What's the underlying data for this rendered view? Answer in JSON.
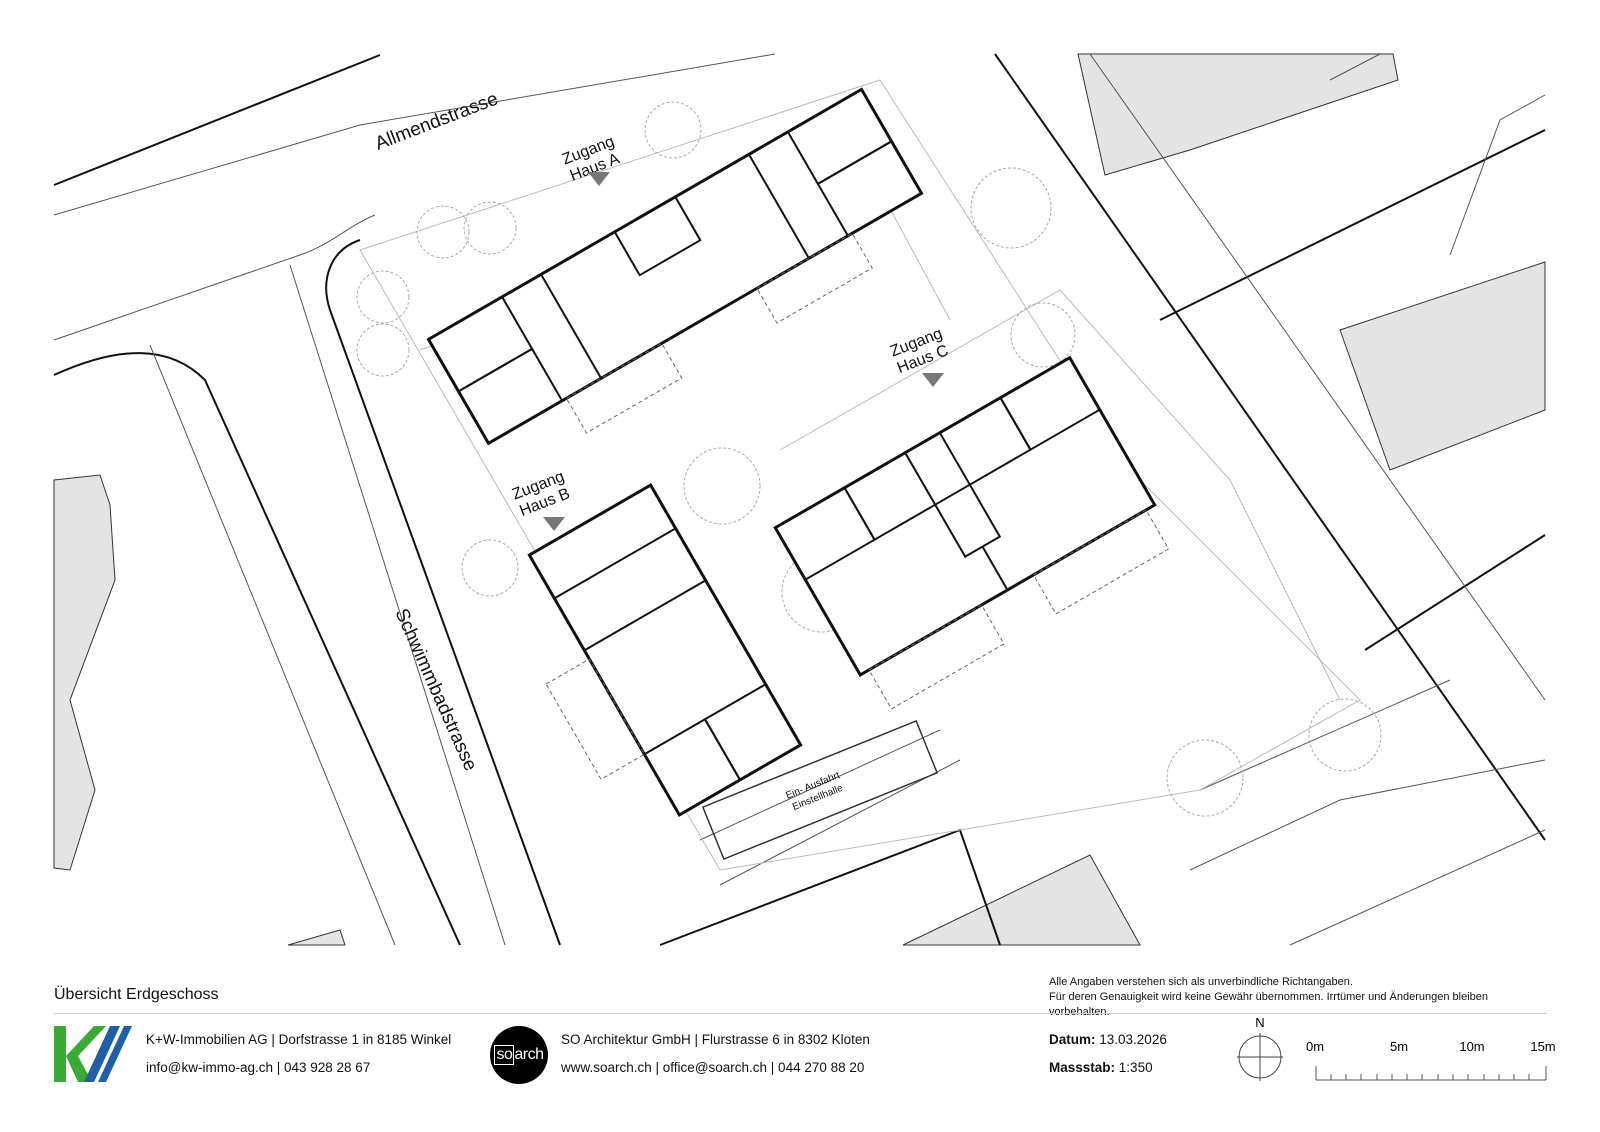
{
  "plan": {
    "streets": [
      "Allmendstrasse",
      "Schwimmbadstrasse"
    ],
    "entrances": [
      {
        "line1": "Zugang",
        "line2": "Haus A"
      },
      {
        "line1": "Zugang",
        "line2": "Haus B"
      },
      {
        "line1": "Zugang",
        "line2": "Haus C"
      }
    ],
    "garage_label_1": "Ein- Ausfahrt",
    "garage_label_2": "Einstellhalle"
  },
  "footer": {
    "title": "Übersicht Erdgeschoss",
    "disclaimer_1": "Alle Angaben verstehen sich als unverbindliche Richtangaben.",
    "disclaimer_2": "Für deren Genauigkeit wird keine Gewähr übernommen. Irrtümer und Änderungen bleiben vorbehalten.",
    "kw": {
      "line1": "K+W-Immobilien AG | Dorfstrasse 1 in 8185 Winkel",
      "line2": "info@kw-immo-ag.ch | 043 928 28 67",
      "colors": {
        "blue": "#1f5fa8",
        "green": "#3aa935"
      }
    },
    "so": {
      "logo_text_a": "so",
      "logo_text_b": "arch",
      "line1": "SO Architektur GmbH | Flurstrasse 6 in 8302 Kloten",
      "line2": "www.soarch.ch | office@soarch.ch | 044 270 88 20"
    },
    "date_label": "Datum:",
    "date_value": "13.03.2026",
    "scale_label": "Massstab:",
    "scale_value": "1:350",
    "north": "N",
    "scale_ticks": [
      "0m",
      "5m",
      "10m",
      "15m"
    ]
  }
}
